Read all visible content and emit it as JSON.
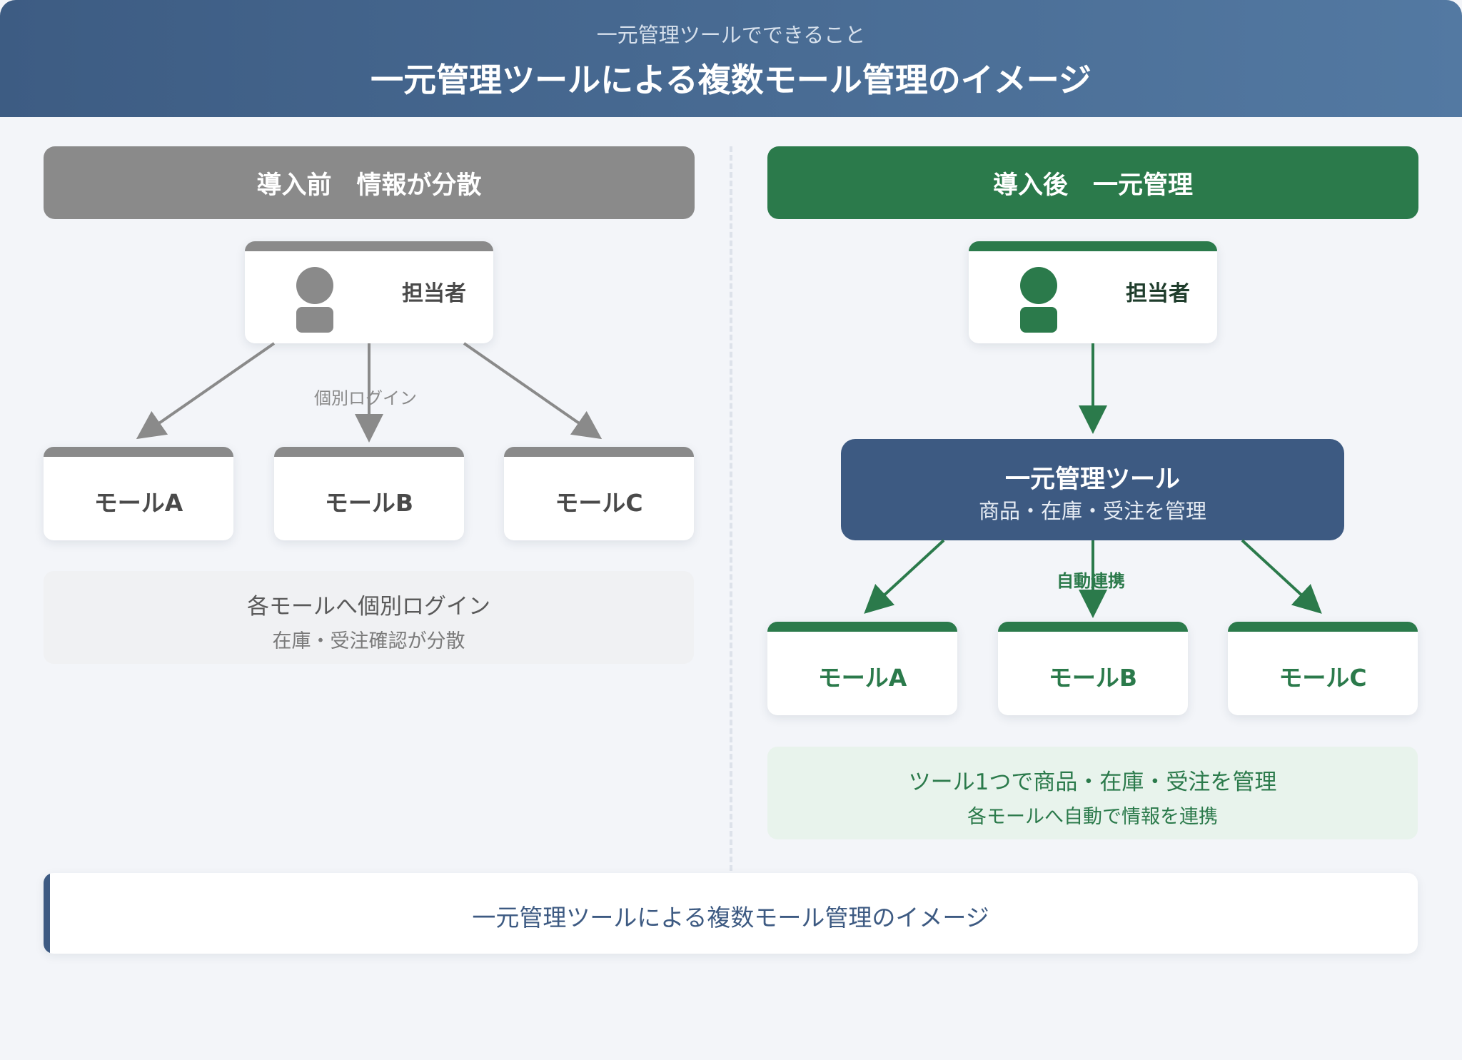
{
  "header": {
    "subtitle": "一元管理ツールでできること",
    "title": "一元管理ツールによる複数モール管理のイメージ"
  },
  "before": {
    "heading": "導入前　情報が分散",
    "person_label": "担当者",
    "arrow_label": "個別ログイン",
    "malls": [
      "モールA",
      "モールB",
      "モールC"
    ],
    "note_line1": "各モールへ個別ログイン",
    "note_line2": "在庫・受注確認が分散",
    "color": "#8a8a8a"
  },
  "after": {
    "heading": "導入後　一元管理",
    "person_label": "担当者",
    "tool_title": "一元管理ツール",
    "tool_subtitle": "商品・在庫・受注を管理",
    "arrow_label": "自動連携",
    "malls": [
      "モールA",
      "モールB",
      "モールC"
    ],
    "note_line1": "ツール1つで商品・在庫・受注を管理",
    "note_line2": "各モールへ自動で情報を連携",
    "color": "#2b7a4b"
  },
  "footer": {
    "caption": "一元管理ツールによる複数モール管理のイメージ"
  },
  "colors": {
    "header_start": "#3d5c83",
    "header_end": "#5379a2",
    "tool_box": "#3d5a82",
    "before_gray": "#8a8a8a",
    "after_green": "#2b7a4b"
  }
}
